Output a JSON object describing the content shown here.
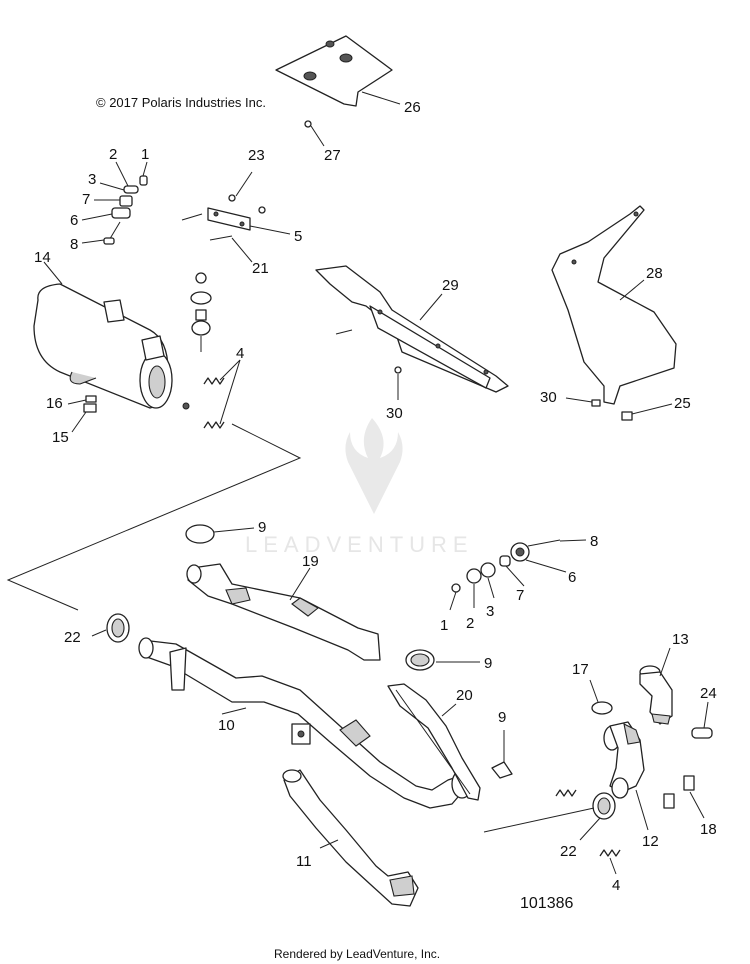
{
  "header": {
    "copyright": "© 2017 Polaris Industries Inc."
  },
  "watermark": {
    "text": "LEADVENTURE"
  },
  "footer": {
    "diagram_number": "101386",
    "rendered_by": "Rendered by LeadVenture, Inc."
  },
  "callouts": {
    "c_26": "26",
    "c_27": "27",
    "c_2a": "2",
    "c_1a": "1",
    "c_3a": "3",
    "c_7a": "7",
    "c_6a": "6",
    "c_8a": "8",
    "c_23": "23",
    "c_5": "5",
    "c_21": "21",
    "c_14": "14",
    "c_4a": "4",
    "c_16": "16",
    "c_15": "15",
    "c_29": "29",
    "c_30a": "30",
    "c_28": "28",
    "c_30b": "30",
    "c_25": "25",
    "c_9a": "9",
    "c_19": "19",
    "c_8b": "8",
    "c_6b": "6",
    "c_7b": "7",
    "c_1b": "1",
    "c_2b": "2",
    "c_3b": "3",
    "c_22a": "22",
    "c_9b": "9",
    "c_13": "13",
    "c_17": "17",
    "c_24": "24",
    "c_10": "10",
    "c_20": "20",
    "c_9c": "9",
    "c_18": "18",
    "c_11": "11",
    "c_22b": "22",
    "c_12": "12",
    "c_4b": "4"
  },
  "colors": {
    "line": "#222222",
    "background": "#ffffff",
    "watermark": "#e6e6e6"
  }
}
